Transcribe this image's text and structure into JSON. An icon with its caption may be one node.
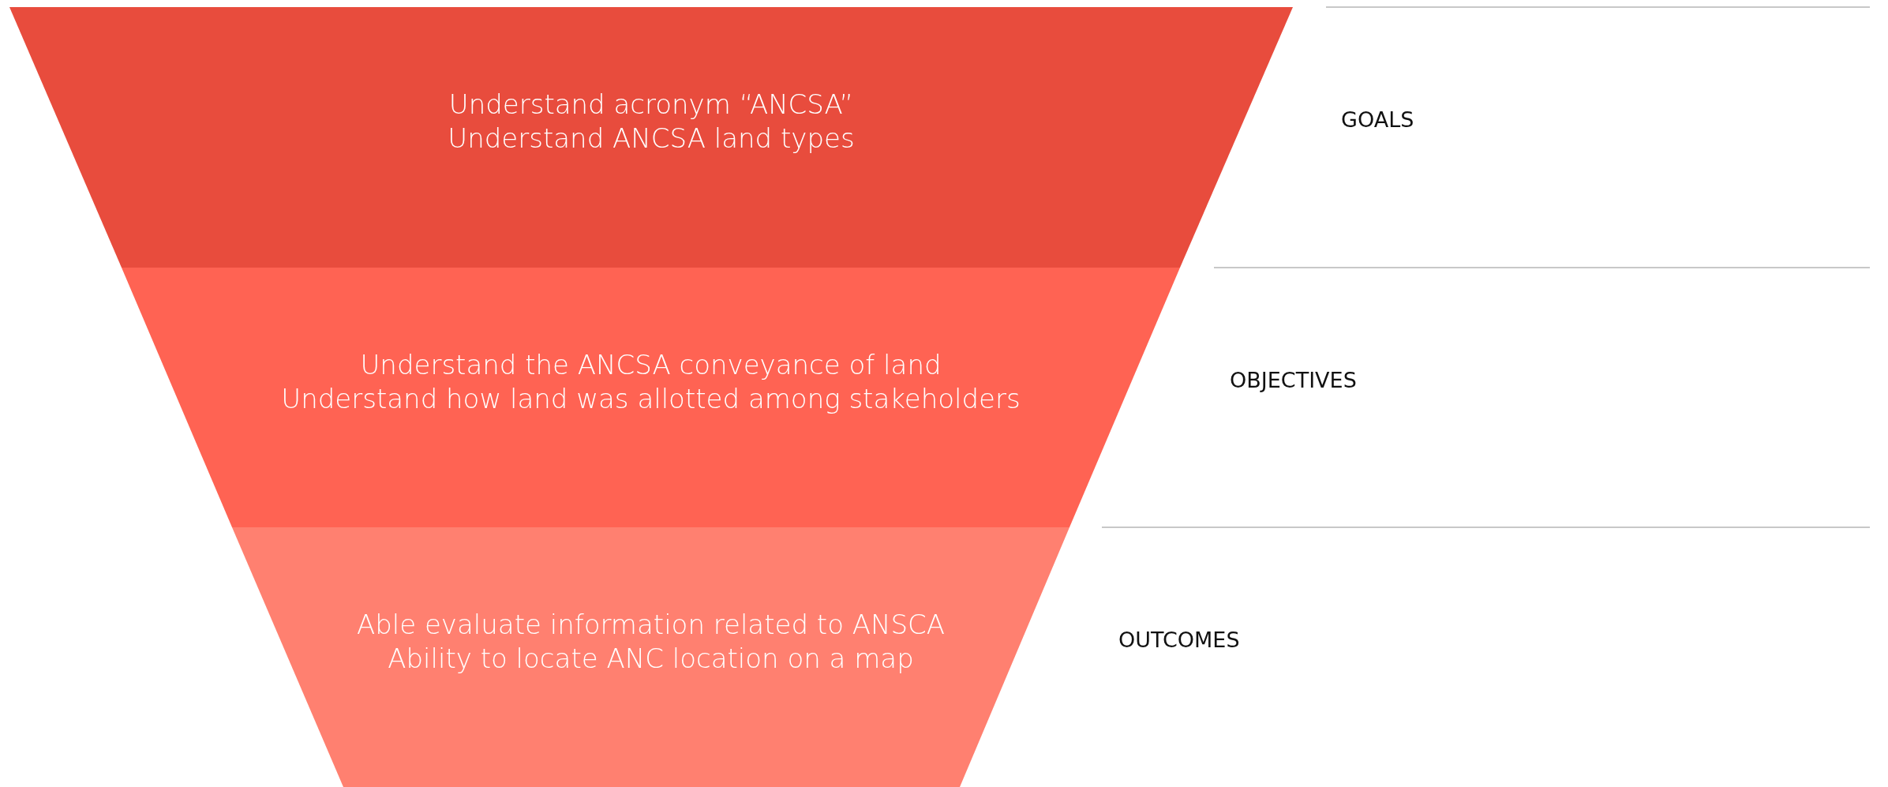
{
  "diagram": {
    "nodes": [
      {
        "text": [
          "Understand acronym “ANCSA”",
          "Understand ANCSA land types"
        ],
        "beside": [
          "GOALS"
        ]
      },
      {
        "text": [
          "Understand the ANCSA conveyance of land",
          "Understand how land was allotted among stakeholders"
        ],
        "beside": [
          "OBJECTIVES"
        ]
      },
      {
        "text": [
          "Able evaluate information related to ANSCA",
          "Ability to locate ANC location on a map"
        ],
        "beside": [
          "OUTCOMES"
        ]
      }
    ]
  }
}
